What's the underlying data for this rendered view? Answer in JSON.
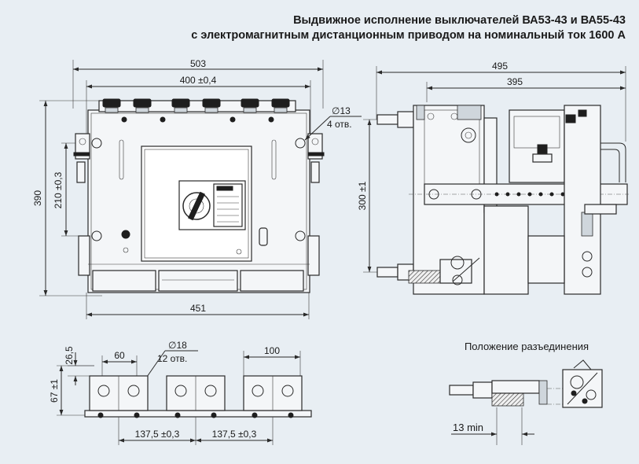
{
  "title": {
    "line1": "Выдвижное исполнение выключателей ВА53-43 и ВА55-43",
    "line2": "с электромагнитным дистанционным приводом на номинальный ток 1600 А"
  },
  "front_view": {
    "dim_width_total": "503",
    "dim_width_holes": "400 ±0,4",
    "dim_height_total": "390",
    "dim_height_holes": "210 ±0,3",
    "dim_bottom_width": "451",
    "hole_diameter": "∅13",
    "hole_count": "4 отв."
  },
  "side_view": {
    "dim_depth_total": "495",
    "dim_depth_body": "395",
    "dim_height": "300 ±1"
  },
  "terminal_view": {
    "dim_offset_top": "26,5",
    "dim_height": "67 ±1",
    "dim_pad_width": "60",
    "dim_pad_group": "100",
    "hole_diameter": "∅18",
    "hole_count": "12 отв.",
    "dim_pitch_1": "137,5 ±0,3",
    "dim_pitch_2": "137,5 ±0,3"
  },
  "disconnect_view": {
    "caption": "Положение разъединения",
    "dim_min": "13 min"
  }
}
